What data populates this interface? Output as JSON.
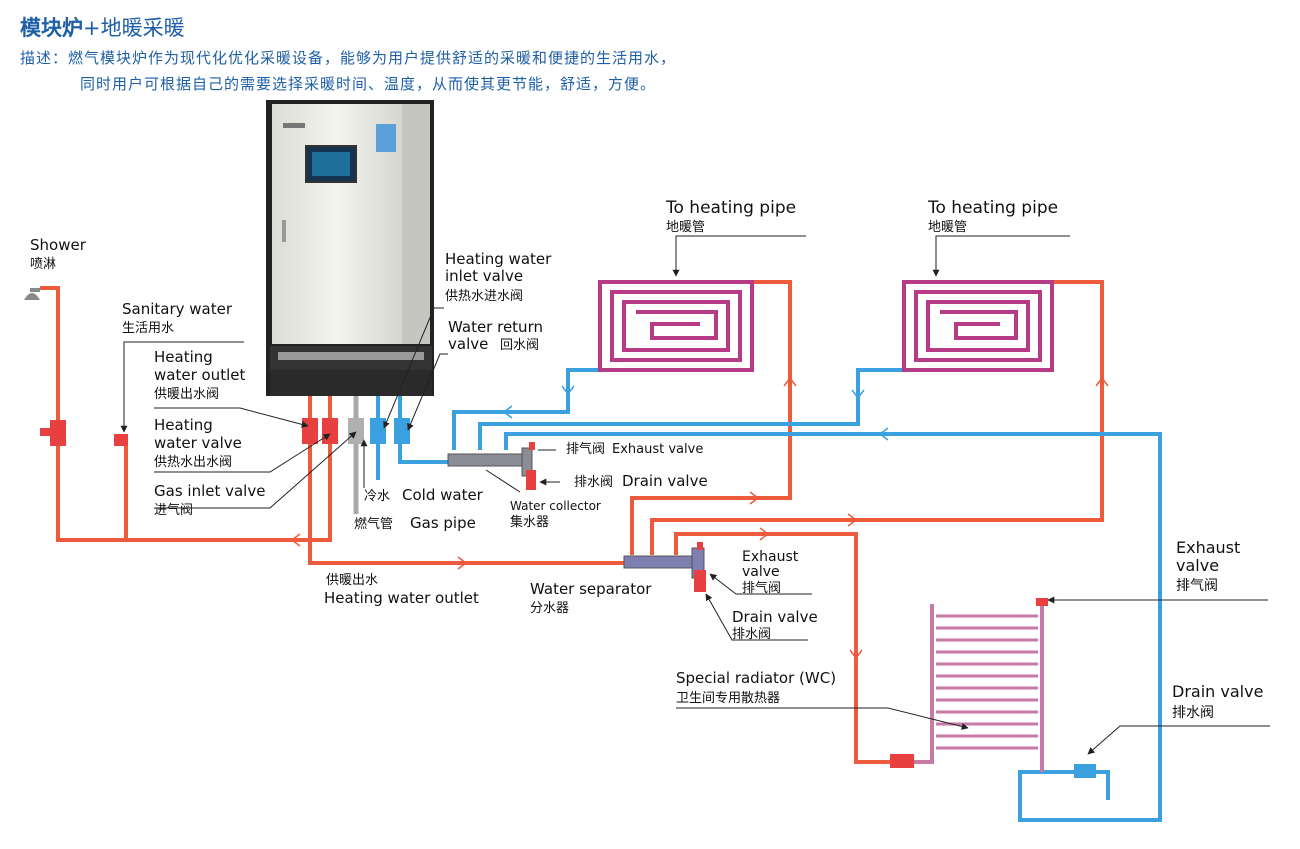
{
  "header": {
    "title": "模块炉",
    "title_suffix": "+地暖采暖",
    "desc_line1": "描述：燃气模块炉作为现代化优化采暖设备，能够为用户提供舒适的采暖和便捷的生活用水，",
    "desc_line2": "同时用户可根据自己的需要选择采暖时间、温度，从而使其更节能，舒适，方便。"
  },
  "labels": {
    "shower_en": "Shower",
    "shower_cn": "喷淋",
    "sanitary_en": "Sanitary water",
    "sanitary_cn": "生活用水",
    "heat_outlet_valve_en1": "Heating",
    "heat_outlet_valve_en2": "water outlet",
    "heat_outlet_valve_cn": "供暖出水阀",
    "heat_water_valve_en1": "Heating",
    "heat_water_valve_en2": "water valve",
    "heat_water_valve_cn": "供热水出水阀",
    "gas_inlet_en": "Gas inlet valve",
    "gas_inlet_cn": "进气阀",
    "heat_inlet_en1": "Heating water",
    "heat_inlet_en2": "inlet valve",
    "heat_inlet_cn": "供热水进水阀",
    "return_en1": "Water return",
    "return_en2": "valve",
    "return_cn": "回水阀",
    "cold_cn": "冷水",
    "cold_en": "Cold water",
    "gas_pipe_cn": "燃气管",
    "gas_pipe_en": "Gas pipe",
    "exhaust_top_cn": "排气阀",
    "exhaust_top_en": "Exhaust valve",
    "drain_top_cn": "排水阀",
    "drain_top_en": "Drain valve",
    "collector_en": "Water collector",
    "collector_cn": "集水器",
    "to_heating1_en": "To heating pipe",
    "to_heating1_cn": "地暖管",
    "to_heating2_en": "To heating pipe",
    "to_heating2_cn": "地暖管",
    "outlet_cn": "供暖出水",
    "outlet_en": "Heating water outlet",
    "separator_en": "Water separator",
    "separator_cn": "分水器",
    "sep_exhaust_en1": "Exhaust",
    "sep_exhaust_en2": "valve",
    "sep_exhaust_cn": "排气阀",
    "sep_drain_en": "Drain valve",
    "sep_drain_cn": "排水阀",
    "radiator_en": "Special radiator (WC)",
    "radiator_cn": "卫生间专用散热器",
    "right_exhaust_en1": "Exhaust",
    "right_exhaust_en2": "valve",
    "right_exhaust_cn": "排气阀",
    "right_drain_en": "Drain valve",
    "right_drain_cn": "排水阀"
  },
  "colors": {
    "hot_pipe": "#ee5a3c",
    "cold_pipe": "#3aa0e0",
    "floor_pipe": "#b53b86",
    "gas_pipe": "#a8a8a8",
    "title": "#1f5fa8"
  }
}
